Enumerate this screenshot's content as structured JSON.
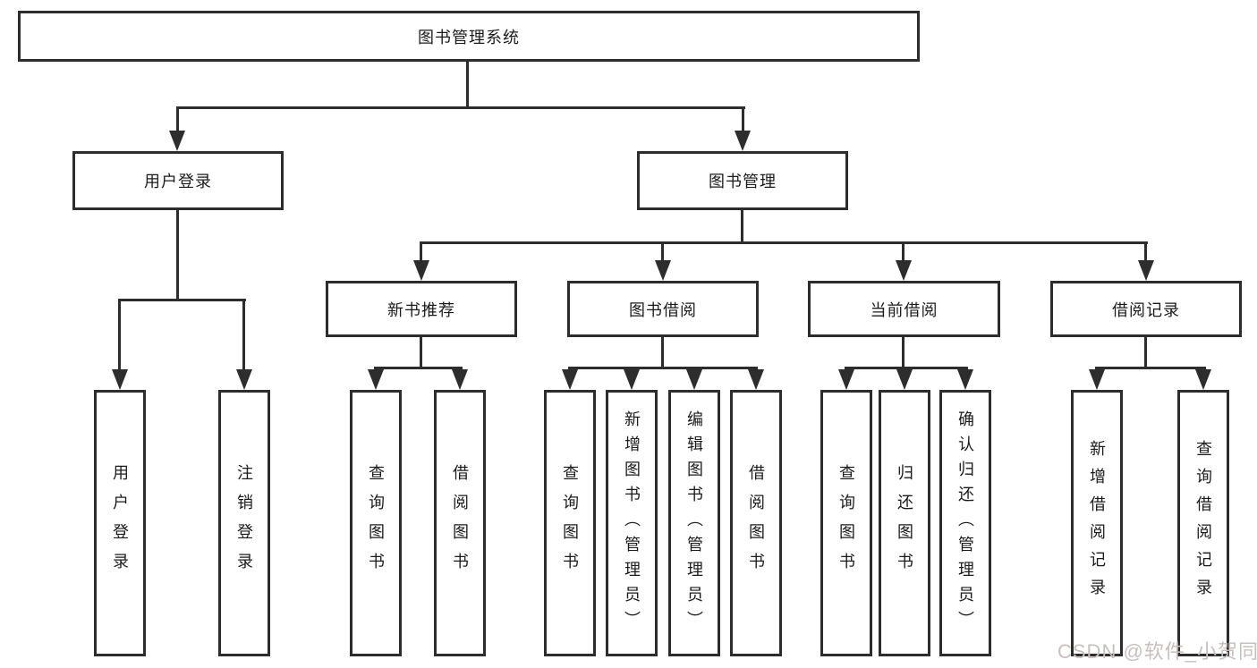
{
  "diagram": {
    "title": "图书管理系统",
    "level2": {
      "user_login": "用户登录",
      "book_mgmt": "图书管理"
    },
    "user_login_children": [
      "用户登录",
      "注销登录"
    ],
    "book_mgmt_children": [
      "新书推荐",
      "图书借阅",
      "当前借阅",
      "借阅记录"
    ],
    "new_book_children": [
      "查询图书",
      "借阅图书"
    ],
    "book_borrow_children": [
      "查询图书",
      "新增图书（管理员）",
      "编辑图书（管理员）",
      "借阅图书"
    ],
    "current_borrow_children": [
      "查询图书",
      "归还图书",
      "确认归还（管理员）"
    ],
    "borrow_record_children": [
      "新增借阅记录",
      "查询借阅记录"
    ]
  },
  "watermark": {
    "text": "CSDN @软件_小贺同学"
  },
  "colors": {
    "line": "#2d2d2d",
    "text": "#1b1b1b",
    "background": "#ffffff",
    "watermark": "#c8bfbf"
  }
}
